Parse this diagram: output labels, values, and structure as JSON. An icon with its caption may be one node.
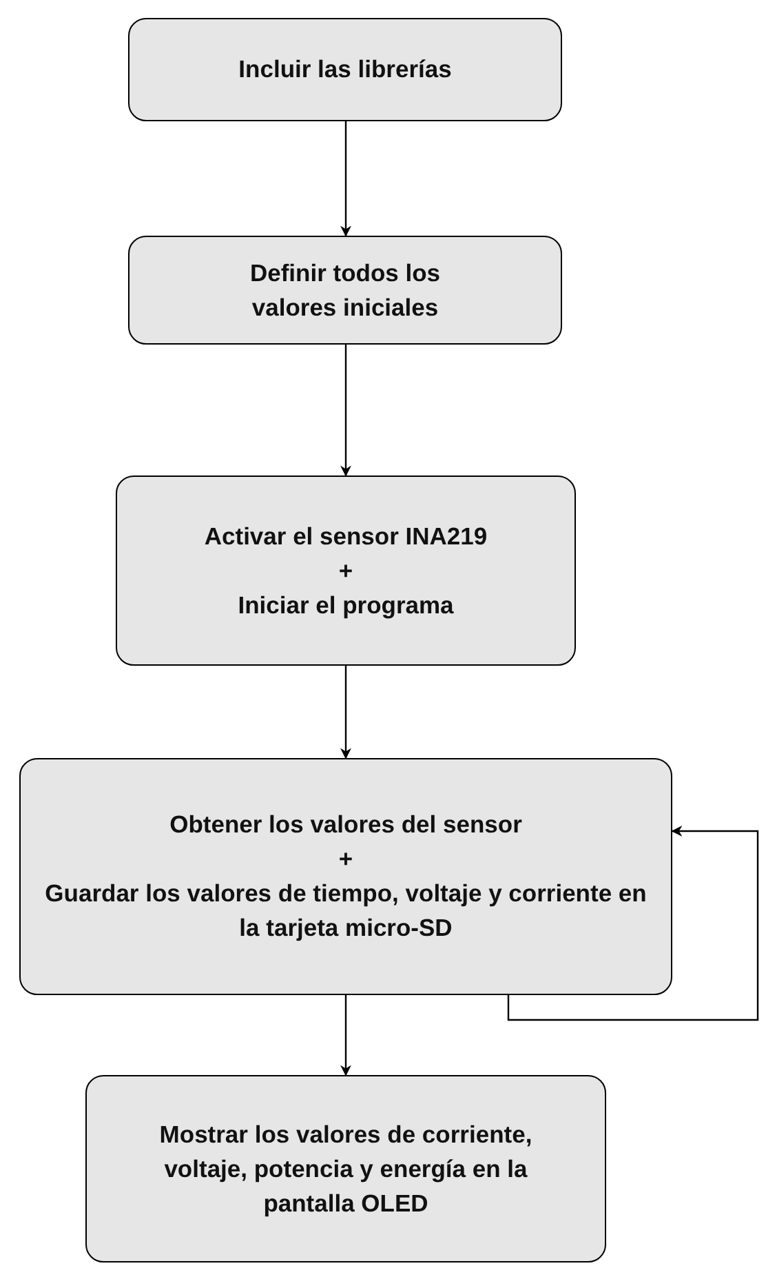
{
  "diagram": {
    "nodes": [
      {
        "text": [
          "Incluir las librerías"
        ]
      },
      {
        "text": [
          "Definir todos los valores iniciales"
        ]
      },
      {
        "text": [
          "Activar el sensor INA219",
          "+",
          "Iniciar el programa"
        ]
      },
      {
        "text": [
          "Obtener los valores del sensor",
          "+",
          "Guardar los valores de tiempo, voltaje y corriente en la tarjeta micro-SD"
        ]
      },
      {
        "text": [
          "Mostrar los valores de corriente, voltaje, potencia y energía en la pantalla OLED"
        ]
      }
    ],
    "edges": [
      {
        "from": 0,
        "to": 1,
        "arrow": "to"
      },
      {
        "from": 1,
        "to": 2,
        "arrow": "to"
      },
      {
        "from": 2,
        "to": 3,
        "arrow": "to"
      },
      {
        "from": 3,
        "to": 4,
        "arrow": "to"
      },
      {
        "from": 3,
        "to": 3,
        "arrow": "to"
      }
    ]
  }
}
